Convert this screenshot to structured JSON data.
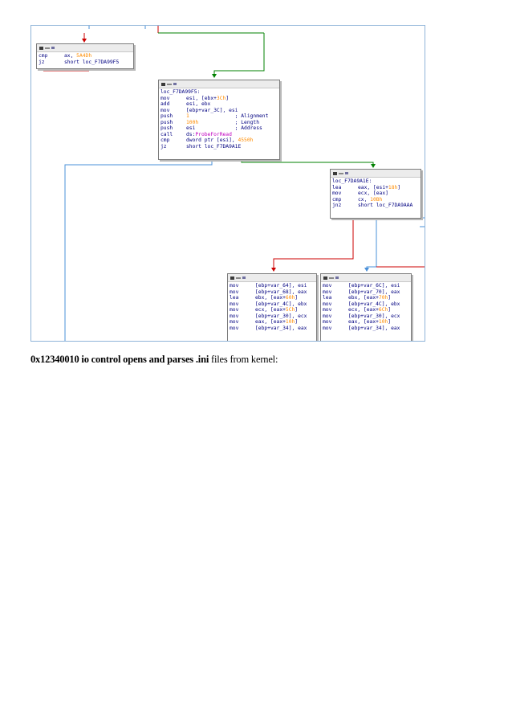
{
  "figure": {
    "block_a": {
      "lines": [
        {
          "op": "cmp",
          "args": [
            "ax, ",
            {
              "t": "5A4Dh",
              "c": "hl"
            }
          ]
        },
        {
          "op": "jz",
          "args": [
            "short loc_F7DA99F5"
          ]
        }
      ]
    },
    "block_b": {
      "label": "loc_F7DA99F5:",
      "lines": [
        {
          "op": "mov",
          "args": [
            "esi, [ebx+",
            {
              "t": "3Ch",
              "c": "hl"
            },
            "]"
          ]
        },
        {
          "op": "add",
          "args": [
            "esi, ebx"
          ]
        },
        {
          "op": "mov",
          "args": [
            "[ebp+var_3C], esi"
          ]
        },
        {
          "op": "push",
          "args": [
            {
              "t": "1",
              "c": "hl"
            },
            "               ; Alignment"
          ]
        },
        {
          "op": "push",
          "args": [
            {
              "t": "100h",
              "c": "hl"
            },
            "            ; Length"
          ]
        },
        {
          "op": "push",
          "args": [
            "esi",
            "             ; Address"
          ]
        },
        {
          "op": "call",
          "args": [
            "ds:",
            {
              "t": "ProbeForRead",
              "c": "pu"
            }
          ]
        },
        {
          "op": "cmp",
          "args": [
            "dword ptr [esi], ",
            {
              "t": "4550h",
              "c": "hl"
            }
          ]
        },
        {
          "op": "jz",
          "args": [
            "short loc_F7DA9A1E"
          ]
        }
      ]
    },
    "block_c": {
      "label": "loc_F7DA9A1E:",
      "lines": [
        {
          "op": "lea",
          "args": [
            "eax, [esi+",
            {
              "t": "18h",
              "c": "hl"
            },
            "]"
          ]
        },
        {
          "op": "mov",
          "args": [
            "ecx, [eax]"
          ]
        },
        {
          "op": "cmp",
          "args": [
            "cx, ",
            {
              "t": "10Bh",
              "c": "hl"
            }
          ]
        },
        {
          "op": "jnz",
          "args": [
            "short loc_F7DA9AAA"
          ]
        }
      ]
    },
    "block_d": {
      "lines": [
        {
          "op": "mov",
          "args": [
            "[ebp+var_64], esi"
          ]
        },
        {
          "op": "mov",
          "args": [
            "[ebp+var_68], eax"
          ]
        },
        {
          "op": "lea",
          "args": [
            "ebx, [eax+",
            {
              "t": "60h",
              "c": "hl"
            },
            "]"
          ]
        },
        {
          "op": "mov",
          "args": [
            "[ebp+var_4C], ebx"
          ]
        },
        {
          "op": "mov",
          "args": [
            "ecx, [eax+",
            {
              "t": "5Ch",
              "c": "hl"
            },
            "]"
          ]
        },
        {
          "op": "mov",
          "args": [
            "[ebp+var_30], ecx"
          ]
        },
        {
          "op": "mov",
          "args": [
            "eax, [eax+",
            {
              "t": "10h",
              "c": "hl"
            },
            "]"
          ]
        },
        {
          "op": "mov",
          "args": [
            "[ebp+var_34], eax"
          ]
        }
      ]
    },
    "block_e": {
      "lines": [
        {
          "op": "mov",
          "args": [
            "[ebp+var_6C], esi"
          ]
        },
        {
          "op": "mov",
          "args": [
            "[ebp+var_70], eax"
          ]
        },
        {
          "op": "lea",
          "args": [
            "ebx, [eax+",
            {
              "t": "70h",
              "c": "hl"
            },
            "]"
          ]
        },
        {
          "op": "mov",
          "args": [
            "[ebp+var_4C], ebx"
          ]
        },
        {
          "op": "mov",
          "args": [
            "ecx, [eax+",
            {
              "t": "6Ch",
              "c": "hl"
            },
            "]"
          ]
        },
        {
          "op": "mov",
          "args": [
            "[ebp+var_30], ecx"
          ]
        },
        {
          "op": "mov",
          "args": [
            "eax, [eax+",
            {
              "t": "10h",
              "c": "hl"
            },
            "]"
          ]
        },
        {
          "op": "mov",
          "args": [
            "[ebp+var_34], eax"
          ]
        }
      ]
    },
    "colors": {
      "branch_true": "#008000",
      "branch_false": "#cc0000",
      "unconditional": "#4a90d9",
      "highlight_circle": "#d60000"
    }
  },
  "caption": {
    "bold": "0x12340010 io control opens and parses .ini",
    "normal": "files from kernel:"
  }
}
